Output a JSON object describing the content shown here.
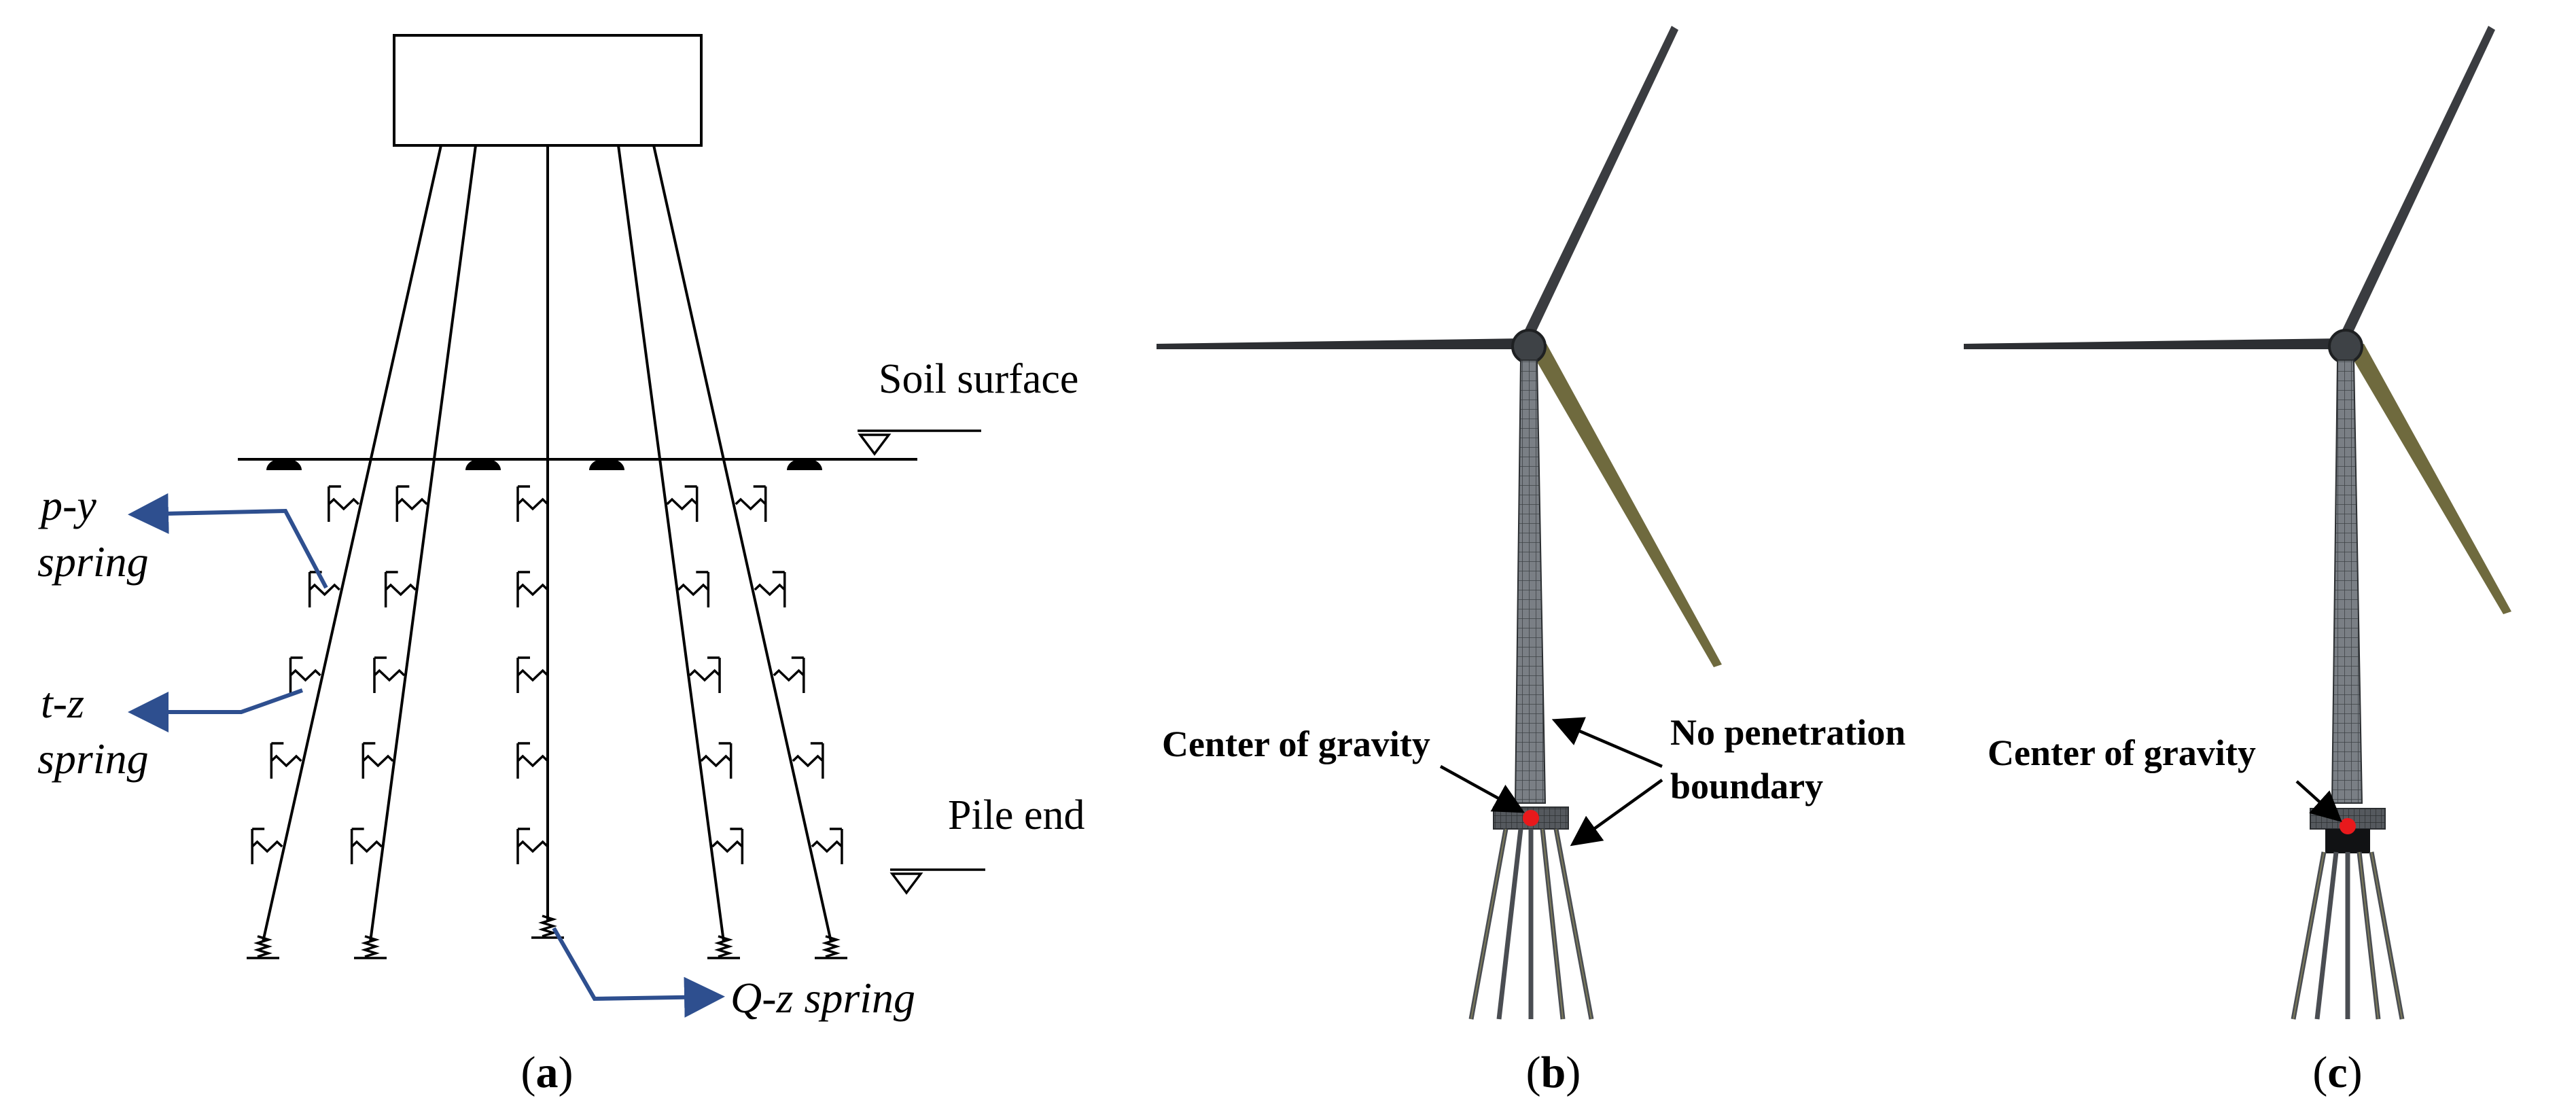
{
  "panel_a": {
    "soil_surface": "Soil surface",
    "pile_end": "Pile end",
    "py_top": "p-y",
    "py_bottom": "spring",
    "tz_top": "t-z",
    "tz_bottom": "spring",
    "qz": "Q-z spring",
    "caption_open": "(",
    "caption_letter": "a",
    "caption_close": ")"
  },
  "panel_b": {
    "cog": "Center of gravity",
    "np_line1": "No penetration",
    "np_line2": "boundary",
    "caption_open": "(",
    "caption_letter": "b",
    "caption_close": ")"
  },
  "panel_c": {
    "cog": "Center of gravity",
    "caption_open": "(",
    "caption_letter": "c",
    "caption_close": ")"
  },
  "colors": {
    "arrow_blue": "#2e4f8f",
    "cog_red": "#e8191c",
    "tower_gray": "#5a5f64",
    "blade_dark": "#2d2f33",
    "blade_olive": "#6f6a3e"
  }
}
